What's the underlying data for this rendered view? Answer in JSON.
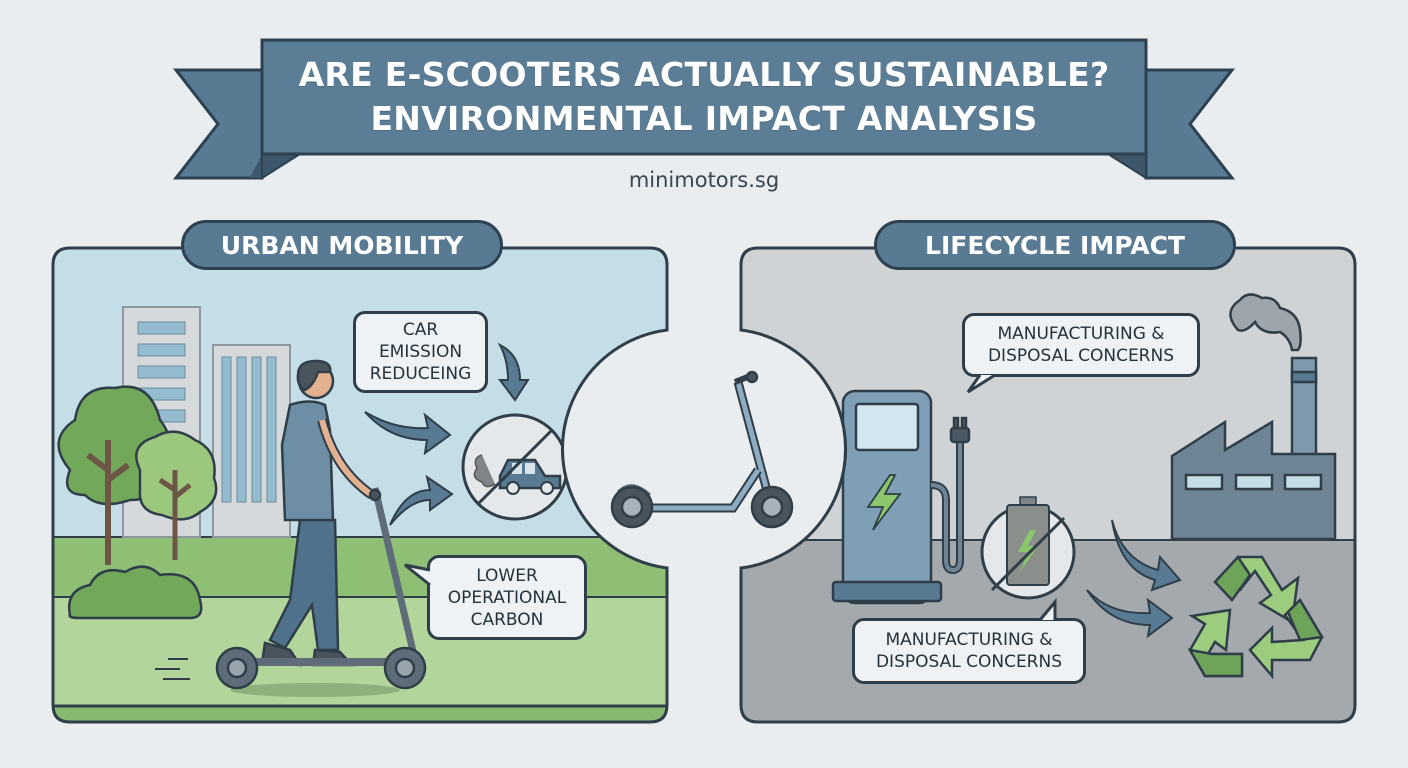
{
  "title": {
    "line1": "ARE E-SCOOTERS ACTUALLY SUSTAINABLE?",
    "line2": "ENVIRONMENTAL IMPACT ANALYSIS"
  },
  "website": "minimotors.sg",
  "left_panel": {
    "heading": "URBAN MOBILITY",
    "callouts": [
      {
        "lines": [
          "CAR",
          "EMISSION",
          "REDUCEING"
        ]
      },
      {
        "lines": [
          "LOWER",
          "OPERATIONAL",
          "CARBON"
        ]
      }
    ],
    "icons": [
      "building-icon",
      "tree-icon",
      "person-on-scooter-icon",
      "no-car-emission-icon",
      "arrow-icon"
    ]
  },
  "center": {
    "icons": [
      "e-scooter-icon"
    ]
  },
  "right_panel": {
    "heading": "LIFECYCLE IMPACT",
    "callouts": [
      {
        "lines": [
          "MANUFACTURING &",
          "DISPOSAL CONCERNS"
        ]
      },
      {
        "lines": [
          "MANUFACTURING &",
          "DISPOSAL CONCERNS"
        ]
      }
    ],
    "icons": [
      "charging-station-icon",
      "no-battery-icon",
      "factory-icon",
      "smoke-icon",
      "recycle-icon",
      "arrow-icon"
    ]
  },
  "colors": {
    "background": "#e9edf0",
    "banner": "#587a93",
    "outline": "#2f3e48",
    "sky": "#c4dde6",
    "grass": "#8fbf75",
    "path": "#b3d49b",
    "lifecycle_bg": "#cfd3d6",
    "lifecycle_ground": "#a3a9ad",
    "accent_green": "#8cc66a"
  }
}
